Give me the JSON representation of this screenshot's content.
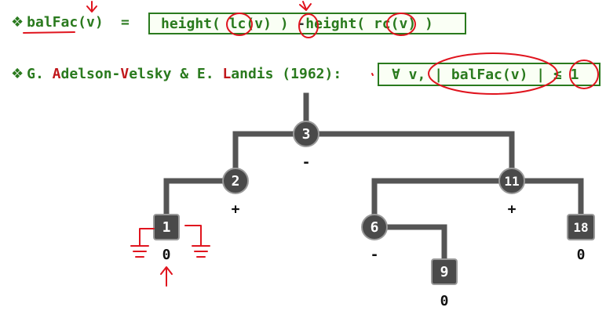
{
  "line1": {
    "bullet": "❖",
    "term": "balFac",
    "arg": "(v)",
    "eq": "=",
    "formula": {
      "p1": "height(",
      "lc": "lc",
      "p2": "(v) )",
      "minus": "-",
      "p3": "height(",
      "rc": "rc",
      "p4": "(v) )"
    }
  },
  "line2": {
    "bullet": "❖",
    "g": "G.",
    "a": "A",
    "delson": "delson-",
    "v": "V",
    "elsky": "elsky & E.",
    "l": "L",
    "andis": "andis (1962):",
    "condition": {
      "forall": "∀ v,",
      "abs": "| balFac(v) |",
      "le": "≤",
      "one": "1"
    }
  },
  "tree": {
    "nodes": [
      {
        "key": "3",
        "factor": "-"
      },
      {
        "key": "2",
        "factor": "+"
      },
      {
        "key": "11",
        "factor": "+"
      },
      {
        "key": "1",
        "factor": "0"
      },
      {
        "key": "6",
        "factor": "-"
      },
      {
        "key": "18",
        "factor": "0"
      },
      {
        "key": "9",
        "factor": "0"
      }
    ]
  },
  "colors": {
    "green": "#2a7a1e",
    "red": "#c0171b",
    "node_fill": "#4a4a4a",
    "edge": "#555555",
    "annotation": "#e0141e"
  }
}
